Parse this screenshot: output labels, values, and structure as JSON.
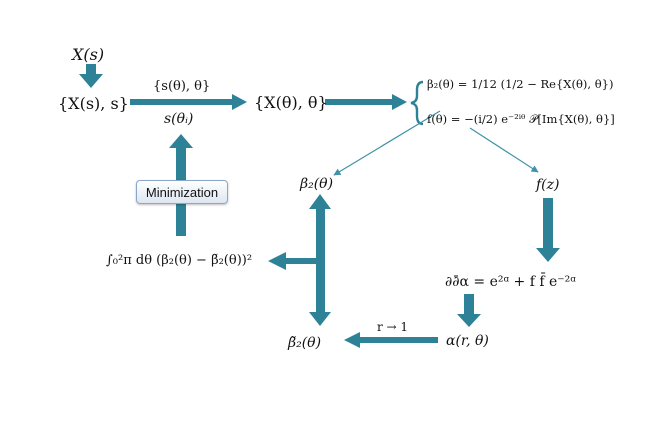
{
  "colors": {
    "arrow": "#2e8297",
    "thin_arrow": "#3f93a8",
    "label_bg": "#e3eaf3"
  },
  "nodes": {
    "xs": "X(s)",
    "xs_set": "{X(s), s}",
    "x_theta_set": "{X(θ), θ}",
    "s_theta_i": "s(θᵢ)",
    "beta2": "β₂(θ)",
    "f_z": "f(z)",
    "integral_min": "∫₀²π dθ (β₂(θ) − β̃₂(θ))²",
    "liouville": "∂∂̄α = e²ᵅ + f f̄ e⁻²ᵅ",
    "alpha_r_theta": "α(r, θ)",
    "beta2_tilde": "β̃₂(θ)"
  },
  "edge_labels": {
    "s_theta": "{s(θ), θ}",
    "r_limit": "r → 1"
  },
  "equations": {
    "beta2_def": "β₂(θ) = 1/12 (1/2 − Re{X(θ), θ})",
    "f_def": "f(θ) = −(i/2) e⁻²ⁱᶿ 𝒫[Im{X(θ), θ}]"
  },
  "minimization_label": "Minimization"
}
